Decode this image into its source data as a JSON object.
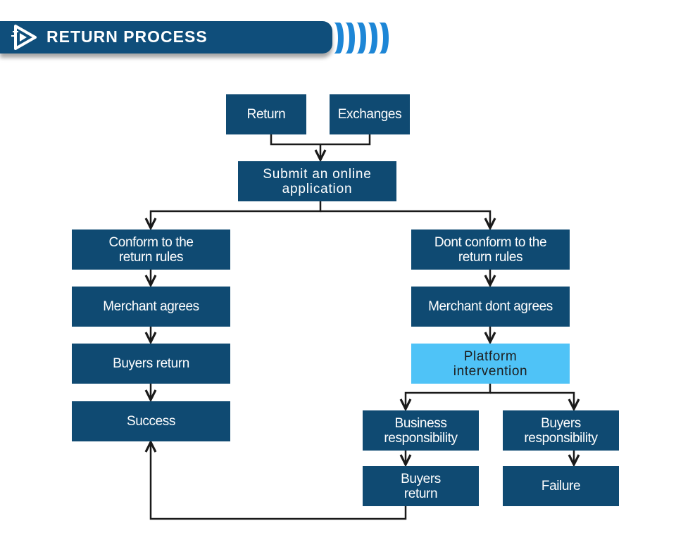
{
  "header": {
    "title": "RETURN PROCESS",
    "logo_icon": "play-arrow-logo-icon"
  },
  "colors": {
    "node": "#0f4a72",
    "highlight": "#4fc3f7",
    "banner": "#0f4e7b",
    "stripes": "#1d86d6",
    "arrows": "#1a1a1a"
  },
  "nodes": {
    "return": "Return",
    "exchanges": "Exchanges",
    "submit": "Submit an online application",
    "conform": "Conform to the return rules",
    "dont_conform": "Dont conform to the return rules",
    "merchant_agrees": "Merchant agrees",
    "merchant_dont_agrees": "Merchant dont agrees",
    "buyers_return_left": "Buyers return",
    "platform_intervention": "Platform intervention",
    "success": "Success",
    "business_responsibility": "Business responsibility",
    "buyers_responsibility": "Buyers responsibility",
    "buyers_return_right": "Buyers return",
    "failure": "Failure"
  }
}
